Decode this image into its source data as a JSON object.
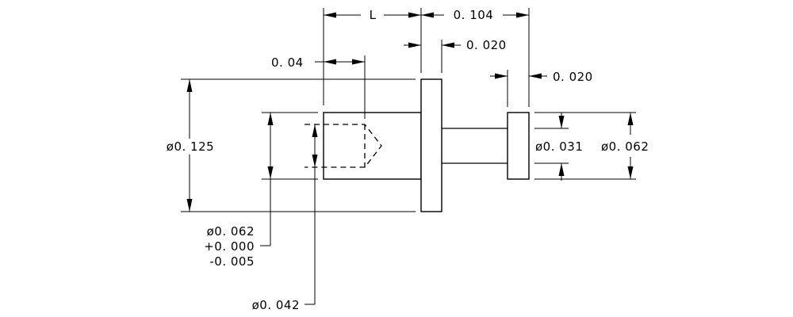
{
  "dimensions": {
    "L": "L",
    "overall_right": "0. 104",
    "flange_thickness": "0. 020",
    "head_thickness": "0. 020",
    "drill_depth": "0. 04",
    "flange_diameter": "ø0. 125",
    "head_diameter": "ø0. 062",
    "shank_diameter": "ø0. 031",
    "body_diameter": "ø0. 062",
    "body_tol_plus": "+0. 000",
    "body_tol_minus": "-0. 005",
    "hole_diameter": "ø0. 042"
  }
}
